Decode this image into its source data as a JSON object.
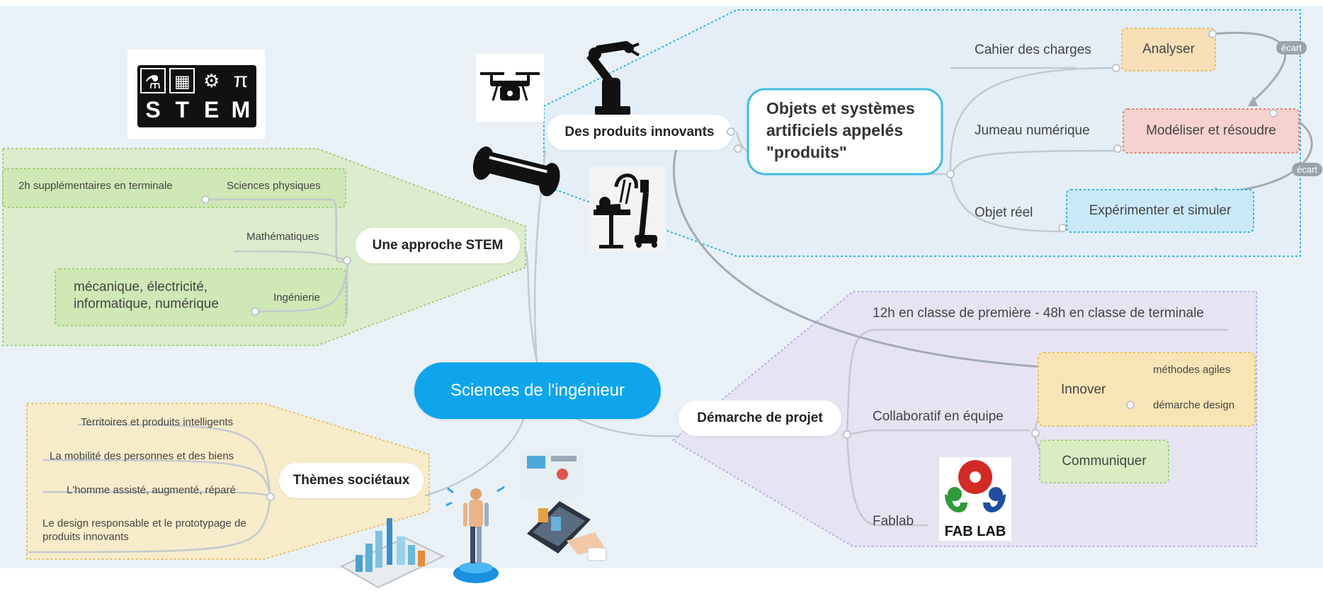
{
  "central": "Sciences de l'ingénieur",
  "stem": {
    "label": "Une approche STEM",
    "logo_symbols": [
      "⚗",
      "▦",
      "⚙",
      "π"
    ],
    "logo_letters": [
      "S",
      "T",
      "E",
      "M"
    ],
    "physique": "Sciences physiques",
    "physique_note": "2h supplémentaires en terminale",
    "maths": "Mathématiques",
    "inge": "Ingénierie",
    "inge_note": "mécanique, électricité, informatique, numérique"
  },
  "produits": {
    "label": "Des produits innovants",
    "objets": "Objets et systèmes artificiels appelés \"produits\"",
    "cahier": "Cahier des charges",
    "jumeau": "Jumeau numérique",
    "reel": "Objet réel",
    "analyser": "Analyser",
    "modeliser": "Modéliser et résoudre",
    "experimenter": "Expérimenter et simuler",
    "ecart1": "écart",
    "ecart2": "écart"
  },
  "projet": {
    "label": "Démarche de projet",
    "horaires": "12h en classe de première - 48h en classe de terminale",
    "collab": "Collaboratif en équipe",
    "innover": "Innover",
    "agiles": "méthodes agiles",
    "design": "démarche design",
    "communiquer": "Communiquer",
    "fablab": "Fablab",
    "fablab_logo": "FAB LAB"
  },
  "themes": {
    "label": "Thèmes sociétaux",
    "items": [
      "Territoires et produits intelligents",
      "La mobilité des personnes et des biens",
      "L'homme assisté, augmenté, réparé",
      "Le design responsable et le prototypage de produits innovants"
    ]
  },
  "colors": {
    "background": "#e9f1f6",
    "central": "#0ea5ec",
    "green_region": "#dceccd",
    "blue_region": "#e4eef7",
    "purple_region": "#e6e4f3",
    "yellow_region": "#f7ecca",
    "analyser_box": "#f7dfb8",
    "modeliser_box": "#f5d2ce",
    "experimenter_box": "#c9e9f7",
    "innover_box": "#f8e5b5",
    "communiquer_box": "#d9ecc2"
  }
}
